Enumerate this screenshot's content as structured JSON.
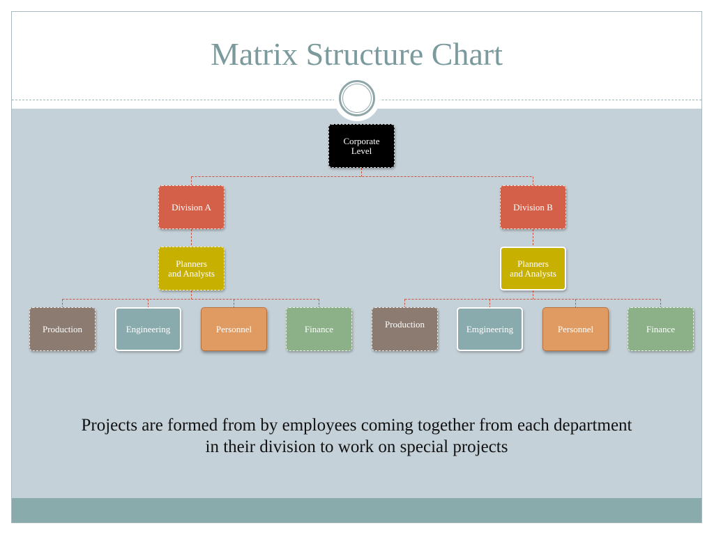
{
  "slide": {
    "title": "Matrix Structure Chart",
    "caption": [
      "Projects are formed from by employees coming together from each department",
      "in their division to work on special projects"
    ]
  },
  "org": {
    "corporate": {
      "lines": [
        "Corporate",
        "Level"
      ]
    },
    "divisions": [
      {
        "name": "Division A",
        "planners": {
          "lines": [
            "Planners",
            "and Analysts"
          ]
        },
        "departments": [
          "Production",
          "Engineering",
          "Personnel",
          "Finance"
        ]
      },
      {
        "name": "Division B",
        "planners": {
          "lines": [
            "Planners",
            "and Analysts"
          ]
        },
        "departments": [
          "Production",
          "Emgineering",
          "Personnel",
          "Finance"
        ]
      }
    ]
  },
  "colors": {
    "title": "#7a9a9c",
    "panel_background": "#c5d1d8",
    "bottom_bar": "#8aabac",
    "connector": "#c9523c",
    "corporate": "#000000",
    "division": "#d5604a",
    "planners": "#c8b000",
    "production": "#8b7b71",
    "engineering": "#8aabad",
    "personnel": "#e09b63",
    "finance": "#8cb088"
  }
}
